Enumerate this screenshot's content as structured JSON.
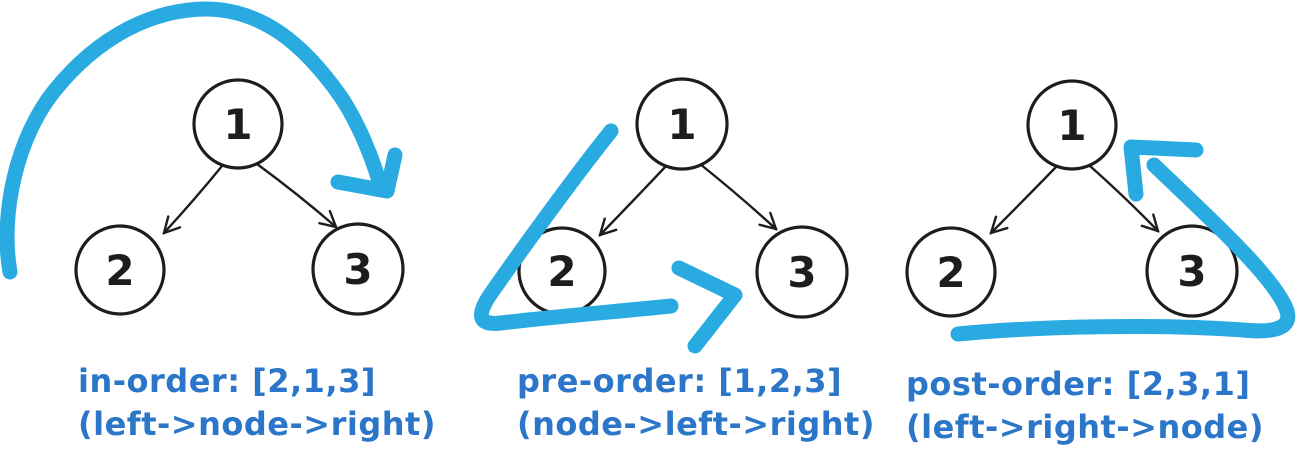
{
  "colors": {
    "marker_blue": "#29abe2",
    "caption_blue": "#2b76c8",
    "ink": "#1d1d1b",
    "background": "#ffffff"
  },
  "panels": [
    {
      "name": "in-order",
      "nodes": [
        {
          "label": "1"
        },
        {
          "label": "2"
        },
        {
          "label": "3"
        }
      ],
      "traversal_result": "[2,1,3]",
      "caption": {
        "line1": "in-order: [2,1,3]",
        "line2": "(left->node->right)"
      }
    },
    {
      "name": "pre-order",
      "nodes": [
        {
          "label": "1"
        },
        {
          "label": "2"
        },
        {
          "label": "3"
        }
      ],
      "traversal_result": "[1,2,3]",
      "caption": {
        "line1": "pre-order: [1,2,3]",
        "line2": "(node->left->right)"
      }
    },
    {
      "name": "post-order",
      "nodes": [
        {
          "label": "1"
        },
        {
          "label": "2"
        },
        {
          "label": "3"
        }
      ],
      "traversal_result": "[2,3,1]",
      "caption": {
        "line1": "post-order: [2,3,1]",
        "line2": "(left->right->node)"
      }
    }
  ]
}
